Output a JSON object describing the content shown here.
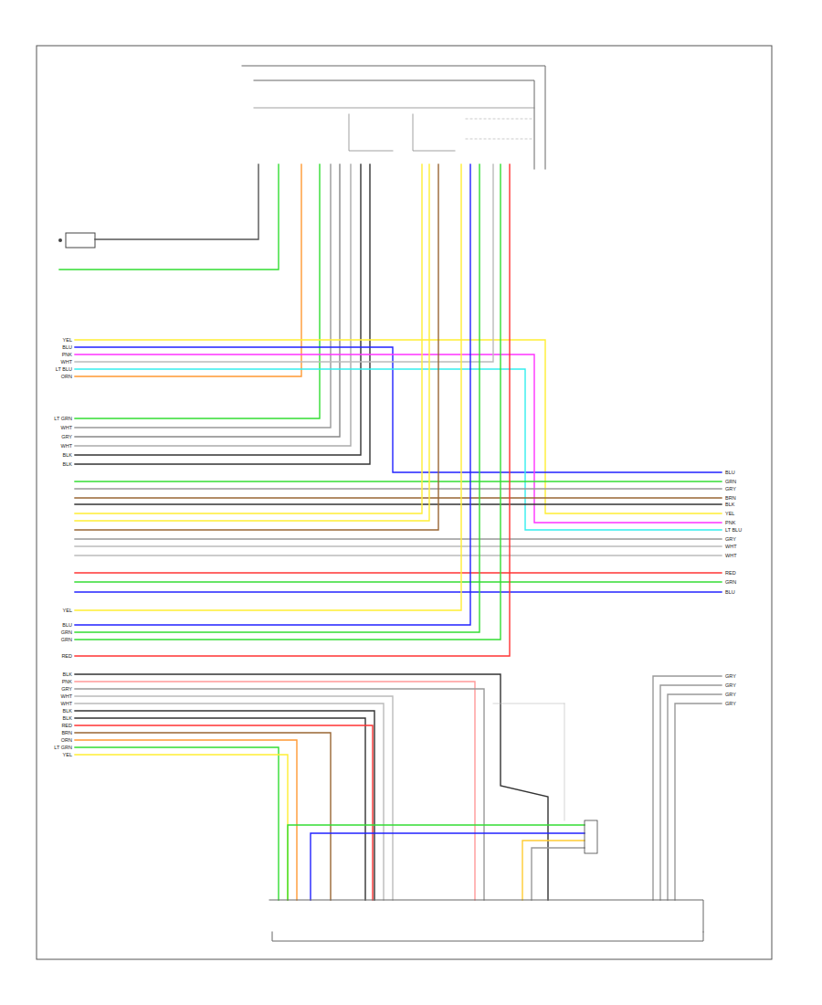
{
  "diagram": {
    "labels": [
      "YEL",
      "BLU",
      "PNK",
      "WHT",
      "LT BLU",
      "ORN",
      "LT GRN",
      "WHT",
      "GRY",
      "WHT",
      "BLK",
      "BLK",
      "BLU",
      "GRN",
      "GRY",
      "BRN",
      "BLK",
      "YEL",
      "PNK",
      "LT BLU",
      "GRY",
      "WHT",
      "WHT",
      "RED",
      "GRN",
      "BLU",
      "YEL",
      "BLU",
      "GRN",
      "GRN",
      "RED",
      "BLK",
      "PNK",
      "GRY",
      "WHT",
      "WHT",
      "BLK",
      "BLK",
      "RED",
      "BRN",
      "ORN",
      "LT GRN",
      "YEL",
      "GRY",
      "GRY",
      "GRY",
      "GRY"
    ]
  }
}
